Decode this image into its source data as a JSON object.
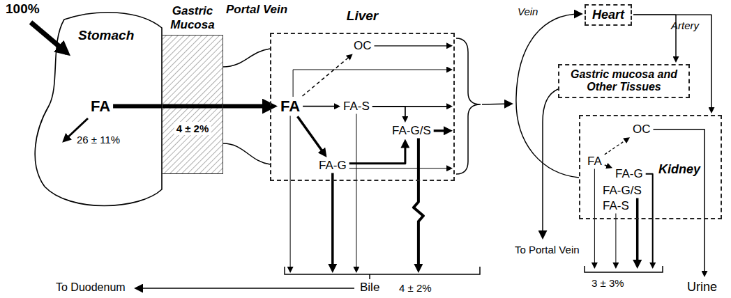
{
  "diagram": {
    "nodes": [
      {
        "text": [
          "Stomach"
        ]
      },
      {
        "text": [
          "FA"
        ],
        "in": 0
      },
      {
        "text": [
          "Gastric Mucosa",
          "4 ± 2%"
        ]
      },
      {
        "text": [
          "Liver"
        ]
      },
      {
        "text": [
          "FA"
        ],
        "in": 3
      },
      {
        "text": [
          "OC"
        ],
        "in": 3
      },
      {
        "text": [
          "FA-S"
        ],
        "in": 3
      },
      {
        "text": [
          "FA-G/S"
        ],
        "in": 3
      },
      {
        "text": [
          "FA-G"
        ],
        "in": 3
      },
      {
        "text": [
          "Heart"
        ]
      },
      {
        "text": [
          "Gastric mucosa and Other Tissues"
        ]
      },
      {
        "text": [
          "Kidney"
        ]
      },
      {
        "text": [
          "FA"
        ],
        "in": 11
      },
      {
        "text": [
          "OC"
        ],
        "in": 11
      },
      {
        "text": [
          "FA-G"
        ],
        "in": 11
      },
      {
        "text": [
          "FA-G/S"
        ],
        "in": 11
      },
      {
        "text": [
          "FA-S"
        ],
        "in": 11
      }
    ],
    "edges": [
      {
        "from": 1,
        "to": 4,
        "arrow": "to"
      },
      {
        "from": 4,
        "to": 5,
        "arrow": "to"
      },
      {
        "from": 4,
        "to": 6,
        "arrow": "to"
      },
      {
        "from": 4,
        "to": 8,
        "arrow": "to"
      },
      {
        "from": 6,
        "to": 7,
        "arrow": "to"
      },
      {
        "from": 8,
        "to": 7,
        "arrow": "to"
      },
      {
        "from": 9,
        "to": 10,
        "arrow": "to"
      },
      {
        "from": 9,
        "to": 11,
        "arrow": "to"
      },
      {
        "from": 12,
        "to": 13,
        "arrow": "to"
      },
      {
        "from": 12,
        "to": 14,
        "arrow": "to"
      }
    ],
    "labels": [
      "100%",
      "26 ± 11%",
      "Portal Vein",
      "Vein",
      "Artery",
      "To Portal Vein",
      "To Duodenum",
      "Bile",
      "4 ± 2%",
      "3 ± 3%",
      "Urine"
    ]
  }
}
